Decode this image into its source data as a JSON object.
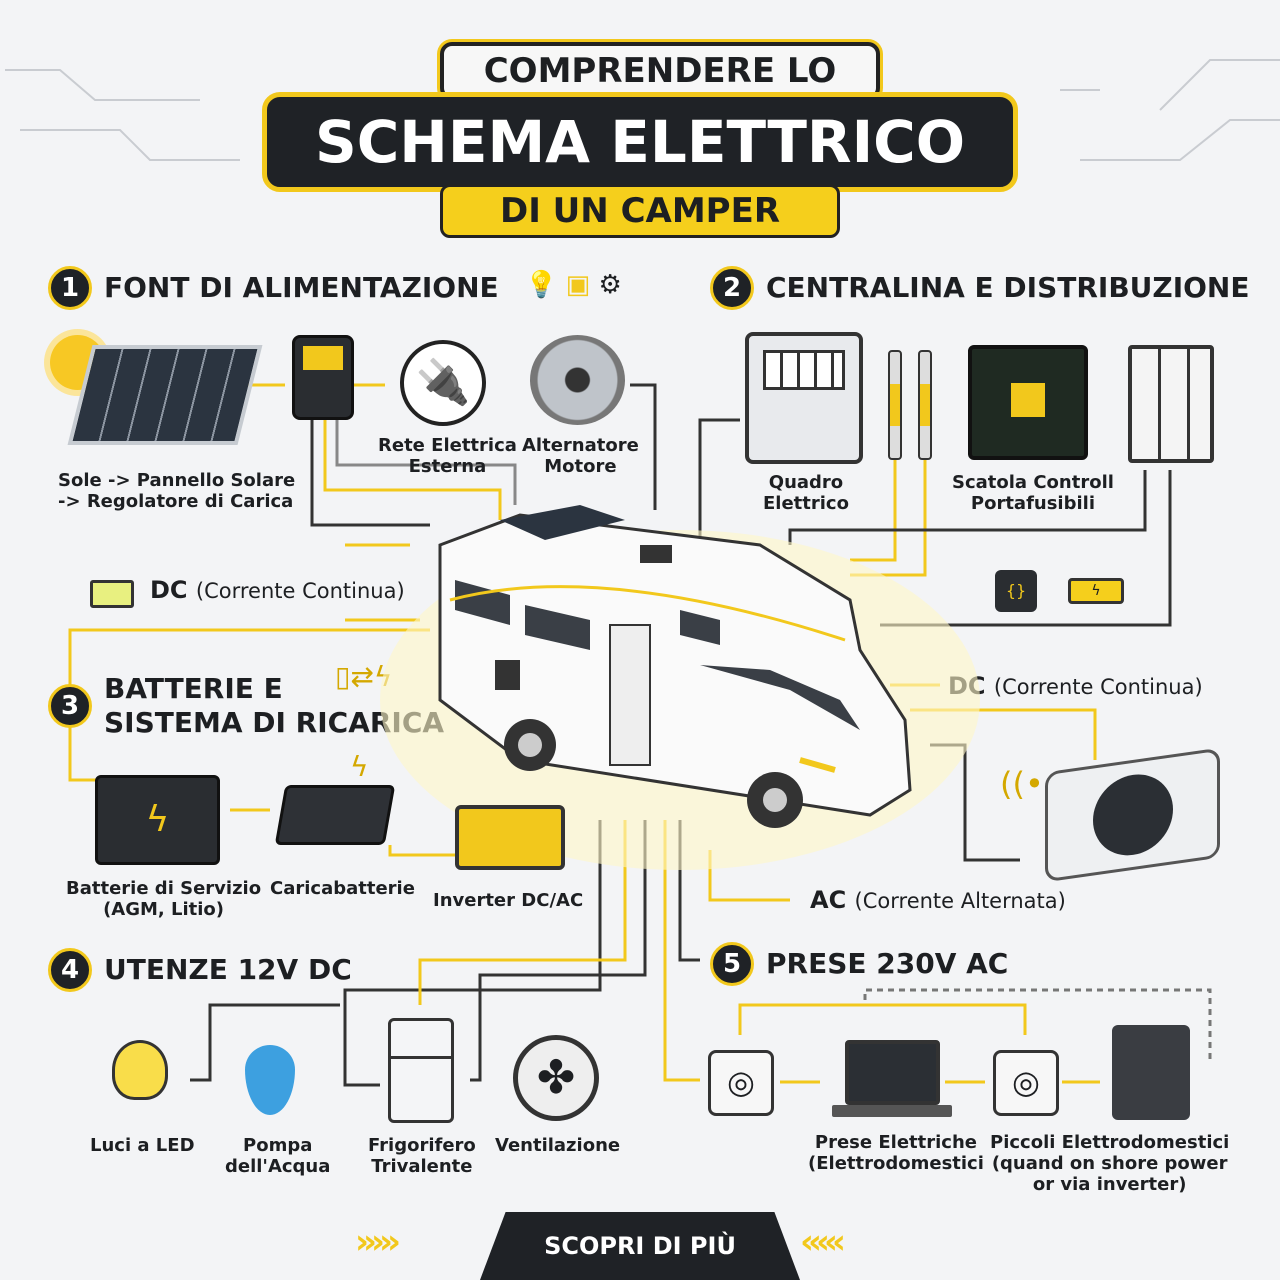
{
  "title": {
    "line1": "COMPRENDERE LO",
    "line2": "SCHEMA ELETTRICO",
    "line3": "DI UN CAMPER"
  },
  "sections": [
    {
      "number": "1",
      "title": "FONT DI ALIMENTAZIONE"
    },
    {
      "number": "2",
      "title": "CENTRALINA E DISTRIBUZIONE"
    },
    {
      "number": "3",
      "title": "BATTERIE E\nSISTEMA DI RICARICA"
    },
    {
      "number": "4",
      "title": "UTENZE 12V DC"
    },
    {
      "number": "5",
      "title": "PRESE 230V AC"
    }
  ],
  "sources": {
    "solar": "Sole -> Pannello Solare\n-> Regolatore di Carica",
    "grid": "Rete Elettrica\nEsterna",
    "alternator": "Alternatore\nMotore"
  },
  "distribution": {
    "panel": "Quadro\nElettrico",
    "control_box": "Scatola Controll\nPortafusibili"
  },
  "batteries": {
    "service": "Batterie di Servizio\n(AGM, Litio)",
    "charger": "Caricabatterie",
    "inverter": "Inverter DC/AC"
  },
  "loads_12v": [
    "Luci a LED",
    "Pompa\ndell'Acqua",
    "Frigorifero\nTrivalente",
    "Ventilazione"
  ],
  "outlets_230v": {
    "sockets": "Prese Elettriche\n(Elettrodomestici",
    "appliances": "Piccoli Elettrodomestici\n(quand on shore power\nor via inverter)"
  },
  "current_labels": {
    "dc_left": {
      "abbr": "DC",
      "text": "(Corrente Continua)"
    },
    "dc_right": {
      "abbr": "DC",
      "text": "(Corrente Continua)"
    },
    "ac": {
      "abbr": "AC",
      "text": "(Corrente Alternata)"
    }
  },
  "footer": {
    "button": "SCOPRI DI PIÙ"
  },
  "colors": {
    "accent": "#f2c81c",
    "dark": "#1f2226",
    "background": "#f3f4f6"
  }
}
